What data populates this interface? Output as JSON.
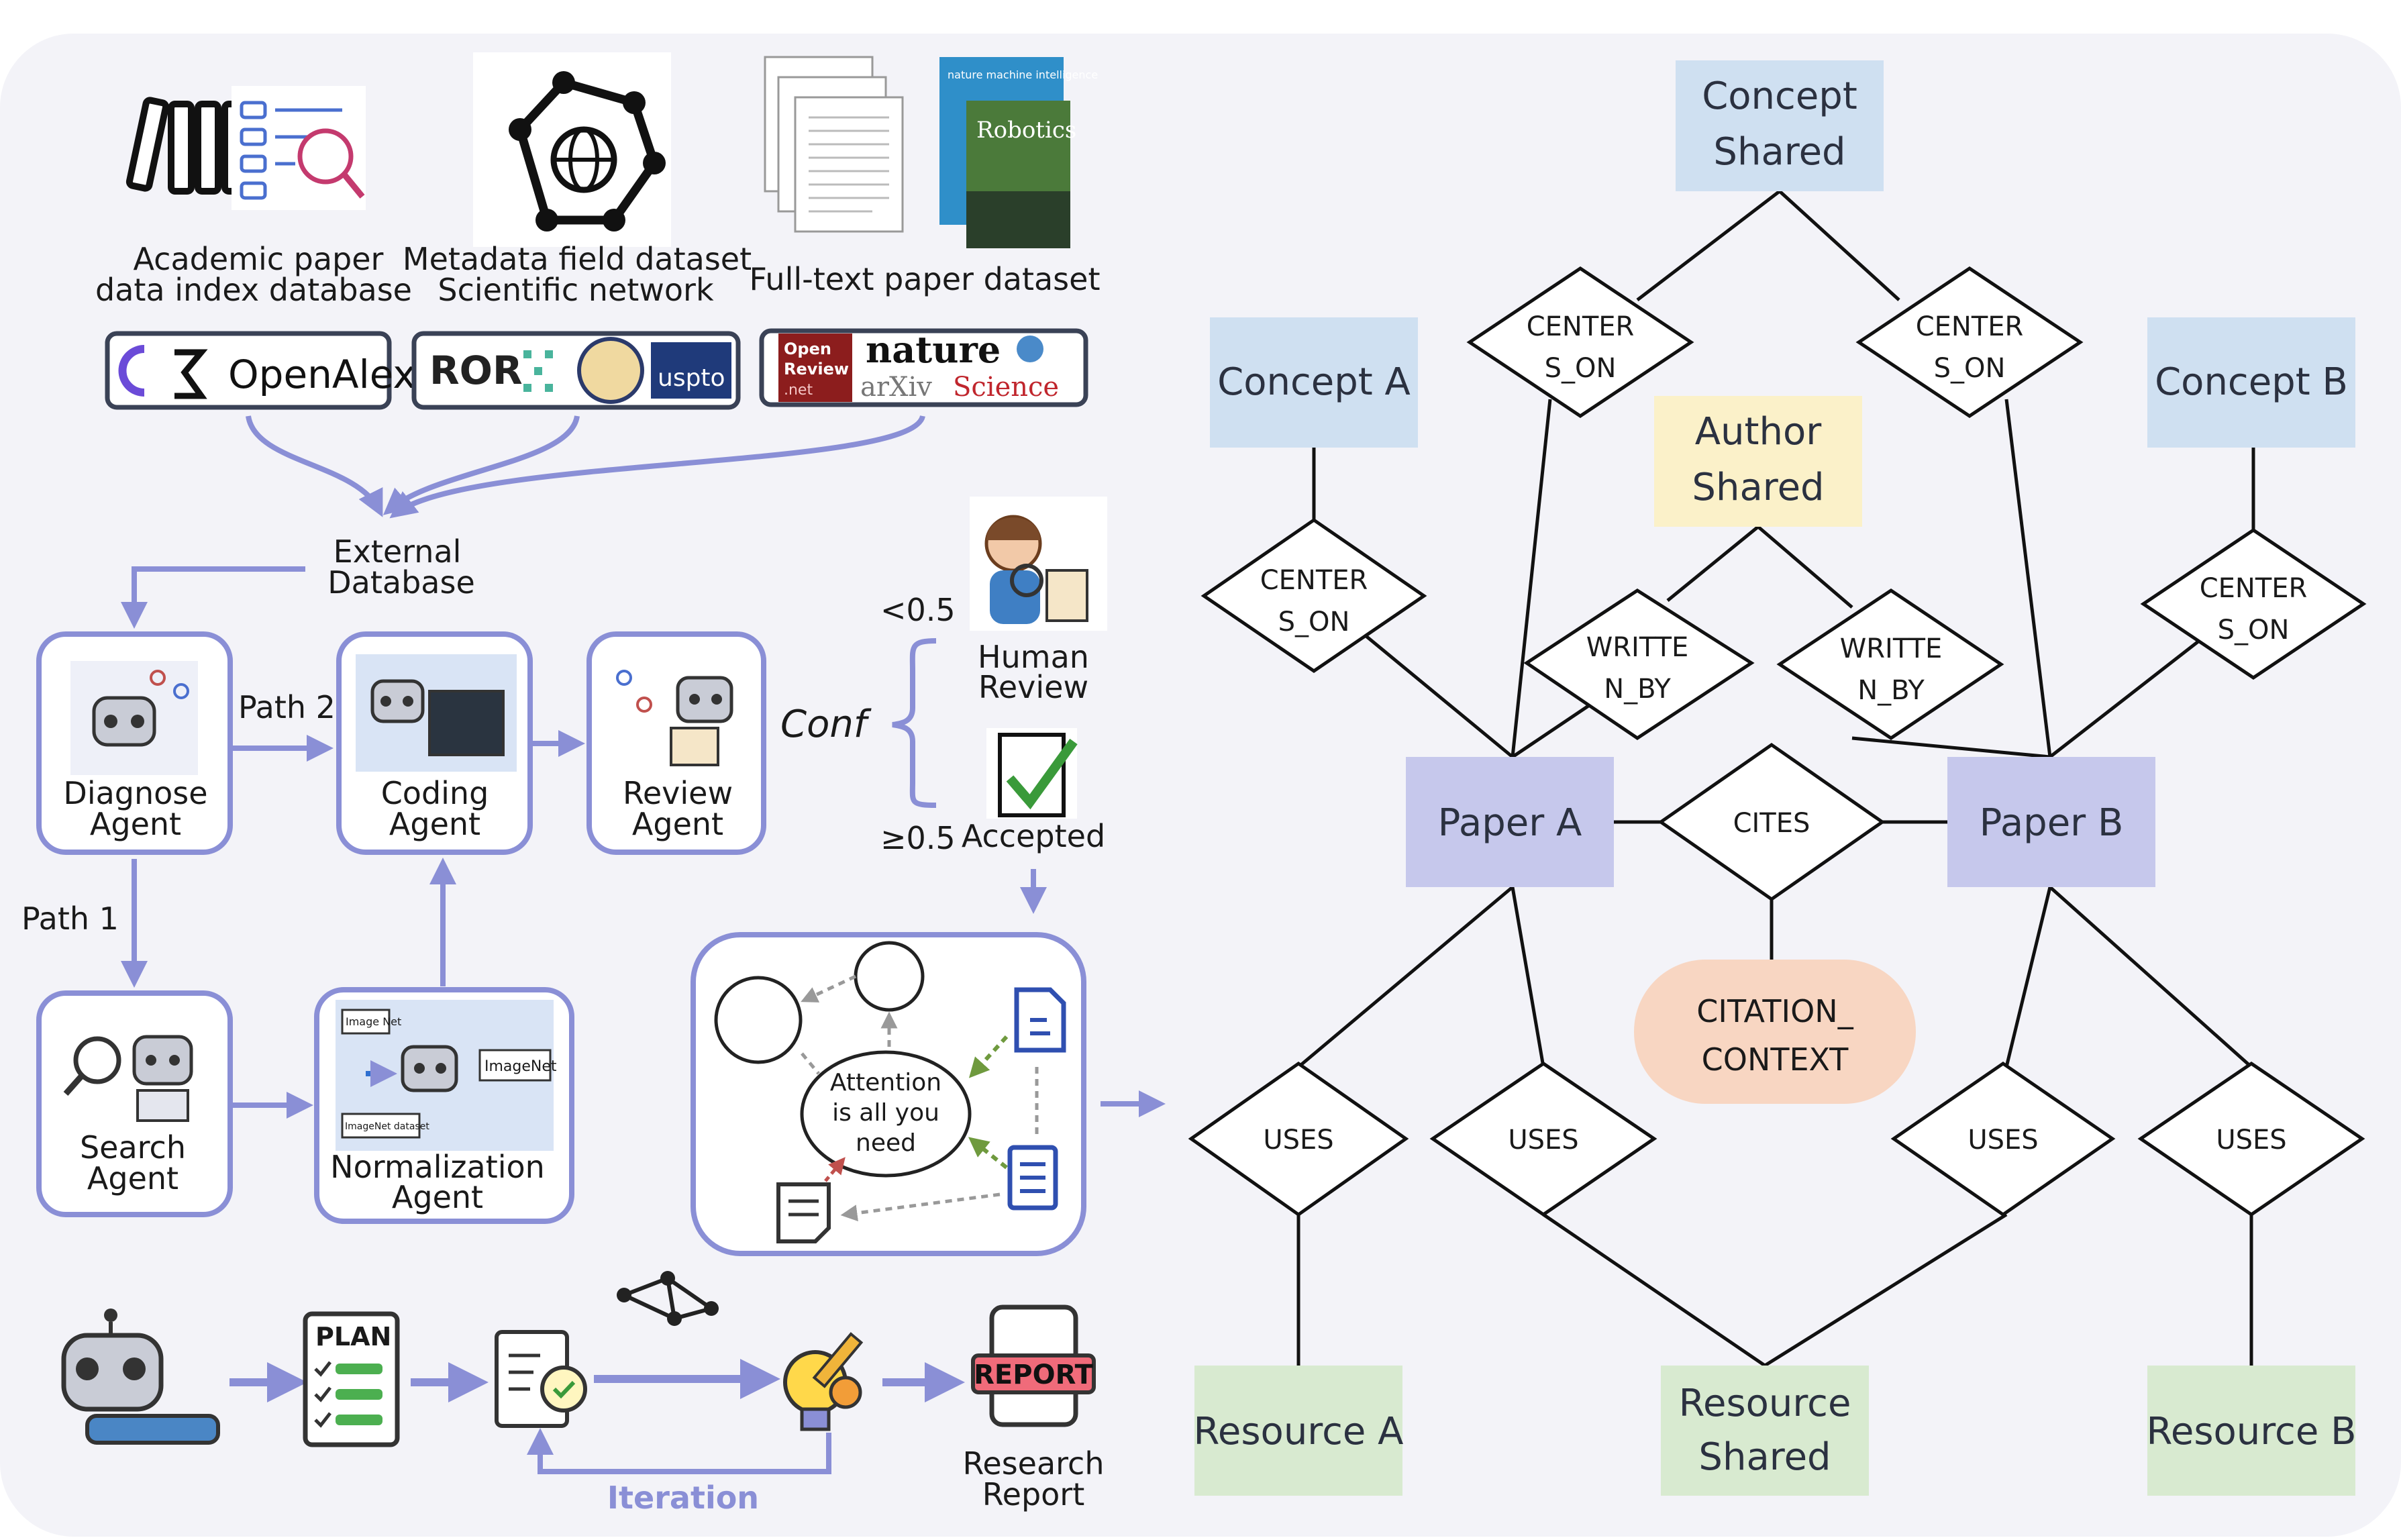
{
  "colors": {
    "panel_bg": "#f3f3f8",
    "accent": "#8a8fd6",
    "concept_fill": "#cfe0f1",
    "author_fill": "#fbf1c9",
    "paper_fill": "#c6c8ec",
    "resource_fill": "#d8ead0",
    "citation_fill": "#f8d6c2"
  },
  "sources": {
    "academic_index": "Academic paper data index database",
    "academic_index_line1": "Academic paper",
    "academic_index_line2": "data index database",
    "metadata_line1": "Metadata field dataset",
    "metadata_line2": "Scientific network",
    "fulltext": "Full-text paper dataset",
    "logos": {
      "openalex": "OpenAlex",
      "ror": "ROR",
      "uspto": "uspto",
      "openreview_line1": "Open",
      "openreview_line2": "Review",
      "openreview_line3": ".net",
      "nature": "nature",
      "arxiv": "arXiv",
      "science": "Science",
      "journal_cover_title": "Robotics",
      "journal_cover_top": "nature machine intelligence"
    }
  },
  "external_db": {
    "line1": "External",
    "line2": "Database"
  },
  "agents": {
    "diagnose": {
      "line1": "Diagnose",
      "line2": "Agent"
    },
    "coding": {
      "line1": "Coding",
      "line2": "Agent"
    },
    "review": {
      "line1": "Review",
      "line2": "Agent"
    },
    "search": {
      "line1": "Search",
      "line2": "Agent"
    },
    "normalization": {
      "line1": "Normalization",
      "line2": "Agent"
    }
  },
  "paths": {
    "path1": "Path 1",
    "path2": "Path 2"
  },
  "normalization_tags": {
    "tag1": "Image Net",
    "tag2": "ImageNet",
    "tag3": "ImageNet dataset"
  },
  "confidence": {
    "label": "Conf",
    "low": "<0.5",
    "high": "≥0.5",
    "human_review_line1": "Human",
    "human_review_line2": "Review",
    "accepted": "Accepted"
  },
  "graph_node": {
    "line1": "Attention",
    "line2": "is all you",
    "line3": "need"
  },
  "pipeline": {
    "plan": "PLAN",
    "report": "REPORT",
    "research_report_line1": "Research",
    "research_report_line2": "Report",
    "iteration": "Iteration"
  },
  "er": {
    "concept_shared": {
      "line1": "Concept",
      "line2": "Shared"
    },
    "concept_a": "Concept A",
    "concept_b": "Concept B",
    "author_shared": {
      "line1": "Author",
      "line2": "Shared"
    },
    "paper_a": "Paper A",
    "paper_b": "Paper B",
    "cites": "CITES",
    "citation_context": {
      "line1": "CITATION_",
      "line2": "CONTEXT"
    },
    "centers_on": {
      "line1": "CENTER",
      "line2": "S_ON"
    },
    "written_by": {
      "line1": "WRITTE",
      "line2": "N_BY"
    },
    "uses": "USES",
    "resource_a": "Resource A",
    "resource_b": "Resource B",
    "resource_shared": {
      "line1": "Resource",
      "line2": "Shared"
    }
  }
}
